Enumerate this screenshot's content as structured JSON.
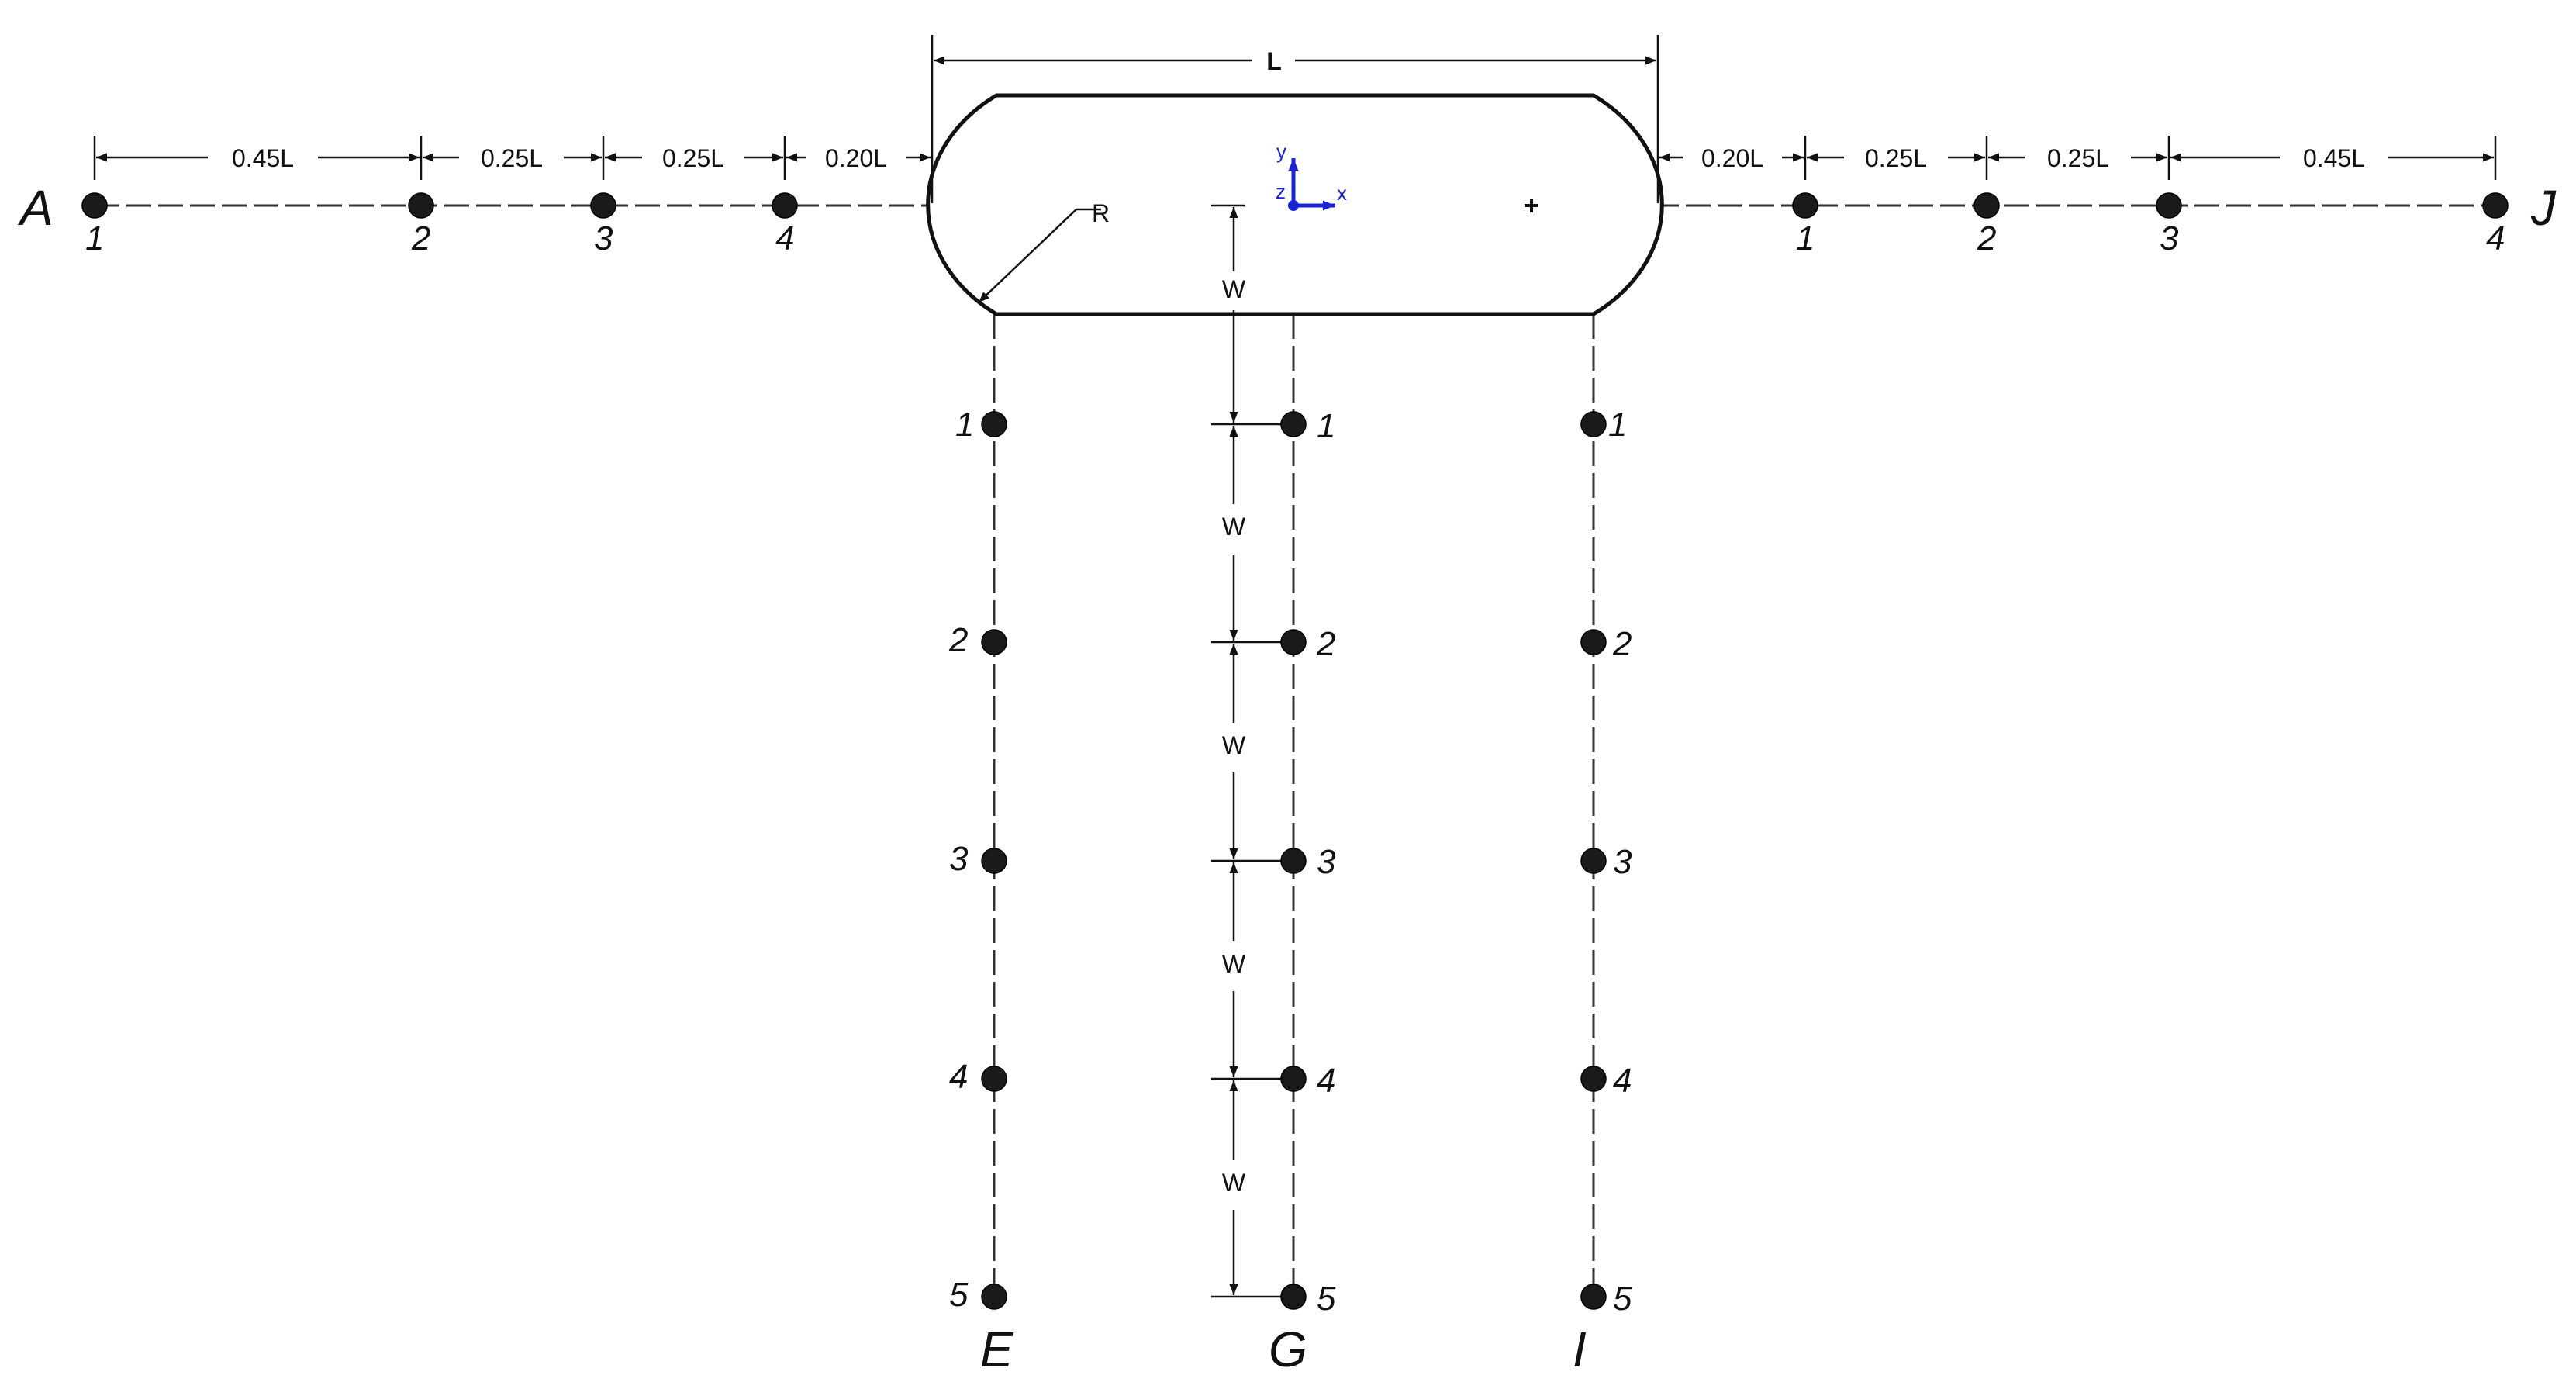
{
  "body": {
    "length_label": "L",
    "radius_label": "R"
  },
  "axes": {
    "x": "x",
    "y": "y",
    "z": "z"
  },
  "lines": {
    "A": {
      "label": "A",
      "points": [
        "1",
        "2",
        "3",
        "4"
      ]
    },
    "J": {
      "label": "J",
      "points": [
        "1",
        "2",
        "3",
        "4"
      ]
    },
    "E": {
      "label": "E",
      "points": [
        "1",
        "2",
        "3",
        "4",
        "5"
      ]
    },
    "G": {
      "label": "G",
      "points": [
        "1",
        "2",
        "3",
        "4",
        "5"
      ]
    },
    "I": {
      "label": "I",
      "points": [
        "1",
        "2",
        "3",
        "4",
        "5"
      ]
    }
  },
  "spacing": {
    "left": [
      "0.45L",
      "0.25L",
      "0.25L",
      "0.20L"
    ],
    "right": [
      "0.20L",
      "0.25L",
      "0.25L",
      "0.45L"
    ],
    "vertical": [
      "W",
      "W",
      "W",
      "W",
      "W"
    ]
  },
  "colors": {
    "axis": "#1a22d6",
    "ink": "#111111"
  }
}
